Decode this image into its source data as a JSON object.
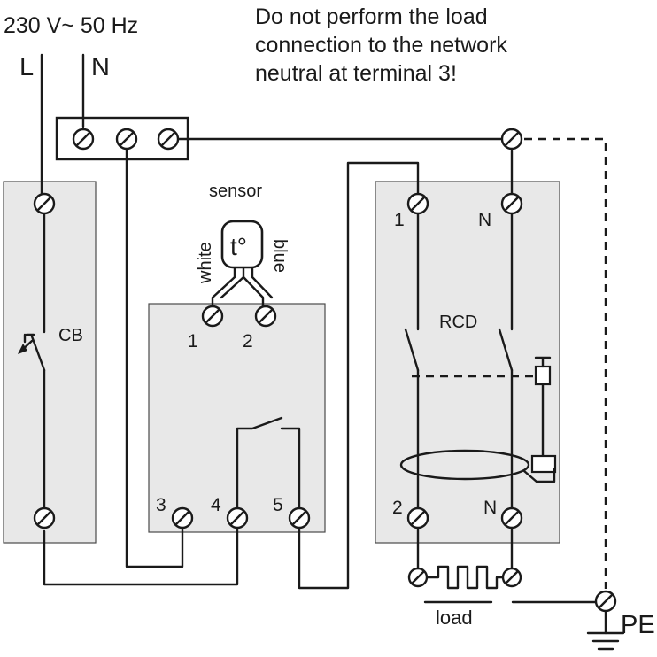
{
  "supply": {
    "label": "230 V~ 50 Hz",
    "line": "L",
    "neutral": "N"
  },
  "warning": {
    "line1": "Do not perform the load",
    "line2": "connection to the network",
    "line3": "neutral at terminal 3!"
  },
  "cb": {
    "label": "CB"
  },
  "sensor": {
    "title": "sensor",
    "symbol": "t°",
    "wire_left": "white",
    "wire_right": "blue"
  },
  "thermostat": {
    "t1": "1",
    "t2": "2",
    "t3": "3",
    "t4": "4",
    "t5": "5"
  },
  "rcd": {
    "label": "RCD",
    "in_l": "1",
    "in_n": "N",
    "out_l": "2",
    "out_n": "N"
  },
  "load": {
    "label": "load"
  },
  "pe": {
    "label": "PE"
  }
}
